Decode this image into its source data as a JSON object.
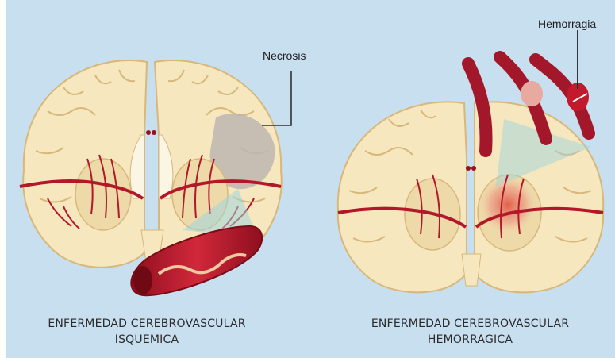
{
  "labels": {
    "necrosis": "Necrosis",
    "hemorragia": "Hemorragia"
  },
  "captions": {
    "left_line1": "ENFERMEDAD CEREBROVASCULAR",
    "left_line2": "ISQUEMICA",
    "right_line1": "ENFERMEDAD CEREBROVASCULAR",
    "right_line2": "HEMORRAGICA"
  },
  "colors": {
    "background": "#c8dff0",
    "brain_tissue": "#f6e7bf",
    "brain_outline": "#d8b77a",
    "vessel": "#b3182a",
    "necrosis": "#bdb6b0",
    "hemorrhage": "#e26a5a",
    "magnifier": "#9fd6dc"
  }
}
